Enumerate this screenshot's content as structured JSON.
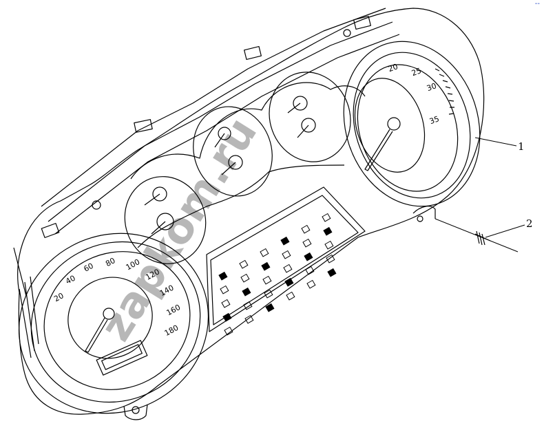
{
  "callouts": {
    "part1": "1",
    "part2": "2"
  },
  "speedometer_labels": [
    "20",
    "40",
    "60",
    "80",
    "100",
    "120",
    "140",
    "160",
    "180"
  ],
  "tachometer_labels": [
    "20",
    "25",
    "30",
    "35"
  ],
  "corner_mark": "--",
  "watermark": "zapkom.ru",
  "colors": {
    "line": "#000000",
    "background": "#ffffff",
    "corner_mark": "#2a4cc8"
  }
}
